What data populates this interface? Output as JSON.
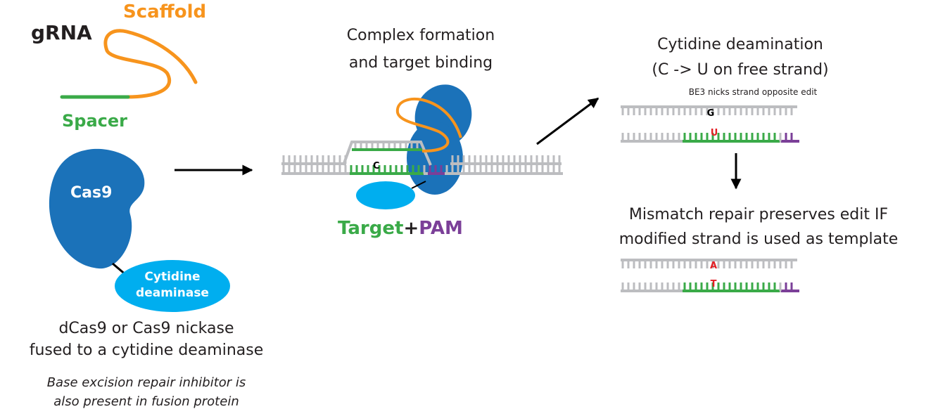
{
  "colors": {
    "cas9": "#1b72b9",
    "deaminase": "#00aeef",
    "scaffold": "#f7941d",
    "spacer": "#3aaa48",
    "pam": "#7b3f98",
    "dna": "#bcbdc0",
    "edit": "#e31e24",
    "text": "#231f20"
  },
  "panel1": {
    "grna_label": "gRNA",
    "scaffold_label": "Scaffold",
    "spacer_label": "Spacer",
    "cas9_label": "Cas9",
    "deaminase_line1": "Cytidine",
    "deaminase_line2": "deaminase",
    "caption_line1": "dCas9 or Cas9 nickase",
    "caption_line2": "fused to a cytidine deaminase",
    "note_line1": "Base excision repair inhibitor is",
    "note_line2": "also present in fusion protein"
  },
  "panel2": {
    "title_line1": "Complex formation",
    "title_line2": "and target binding",
    "base_c": "C",
    "target_label": "Target",
    "plus_label": "+",
    "pam_label": "PAM"
  },
  "panel3": {
    "title_line1": "Cytidine deamination",
    "title_line2": "(C -> U on free strand)",
    "nick_note": "BE3 nicks strand opposite edit",
    "top_base": "G",
    "bottom_base": "U"
  },
  "panel4": {
    "title_line1": "Mismatch repair preserves edit IF",
    "title_line2": "modified strand is used as template",
    "top_base": "A",
    "bottom_base": "T"
  },
  "arrows": [
    "arrow-step1-to-step2",
    "arrow-step2-to-step3",
    "arrow-step3-to-step4"
  ]
}
